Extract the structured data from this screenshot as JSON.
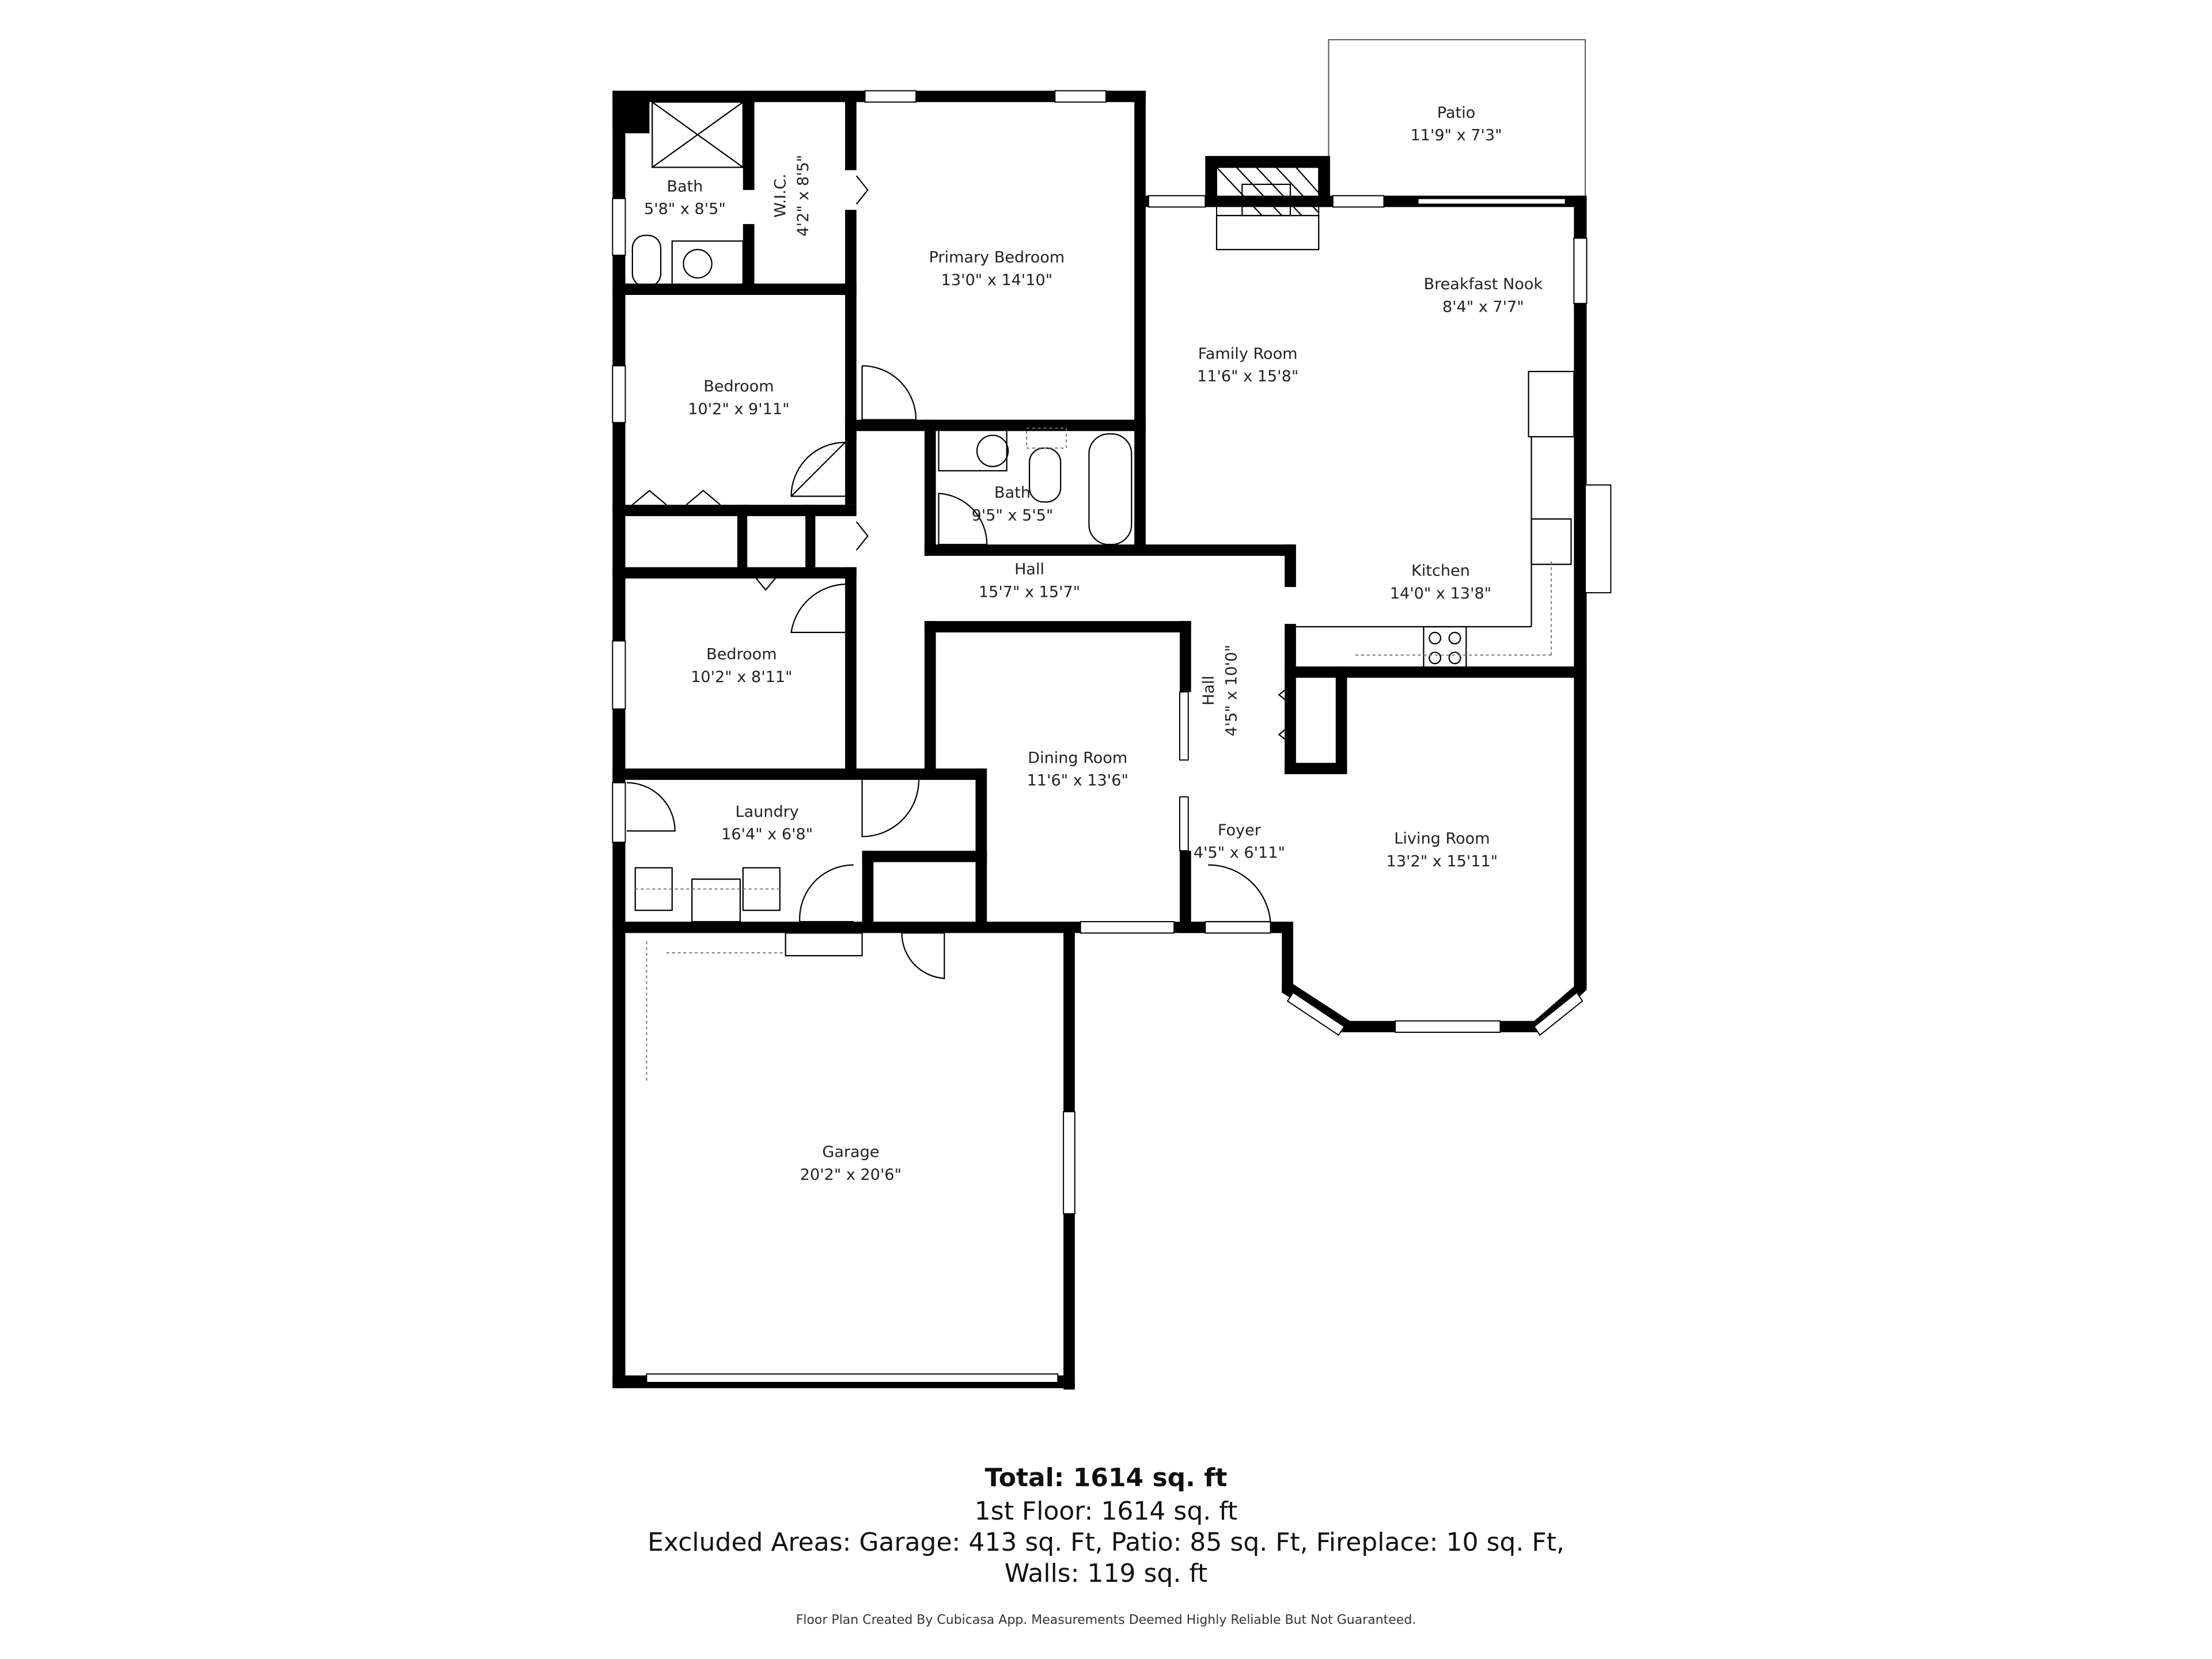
{
  "plan": {
    "rooms": [
      {
        "id": "patio",
        "name": "Patio",
        "dims": "11'9\" x 7'3\""
      },
      {
        "id": "bath_primary",
        "name": "Bath",
        "dims": "5'8\" x 8'5\""
      },
      {
        "id": "wic",
        "name": "W.I.C.",
        "dims": "4'2\" x 8'5\""
      },
      {
        "id": "primary_bedroom",
        "name": "Primary Bedroom",
        "dims": "13'0\" x 14'10\""
      },
      {
        "id": "breakfast_nook",
        "name": "Breakfast Nook",
        "dims": "8'4\" x 7'7\""
      },
      {
        "id": "family_room",
        "name": "Family Room",
        "dims": "11'6\" x 15'8\""
      },
      {
        "id": "bedroom_1",
        "name": "Bedroom",
        "dims": "10'2\" x 9'11\""
      },
      {
        "id": "bath_hall",
        "name": "Bath",
        "dims": "9'5\" x 5'5\""
      },
      {
        "id": "hall_main",
        "name": "Hall",
        "dims": "15'7\" x 15'7\""
      },
      {
        "id": "kitchen",
        "name": "Kitchen",
        "dims": "14'0\" x 13'8\""
      },
      {
        "id": "bedroom_2",
        "name": "Bedroom",
        "dims": "10'2\" x 8'11\""
      },
      {
        "id": "hall_side",
        "name": "Hall",
        "dims": "4'5\" x 10'0\""
      },
      {
        "id": "dining_room",
        "name": "Dining Room",
        "dims": "11'6\" x 13'6\""
      },
      {
        "id": "laundry",
        "name": "Laundry",
        "dims": "16'4\" x 6'8\""
      },
      {
        "id": "foyer",
        "name": "Foyer",
        "dims": "4'5\" x 6'11\""
      },
      {
        "id": "living_room",
        "name": "Living Room",
        "dims": "13'2\" x 15'11\""
      },
      {
        "id": "garage",
        "name": "Garage",
        "dims": "20'2\" x 20'6\""
      }
    ]
  },
  "summary": {
    "total": "Total: 1614 sq. ft",
    "first_floor": "1st Floor: 1614 sq. ft",
    "excluded": "Excluded Areas: Garage: 413 sq. Ft, Patio: 85 sq. Ft, Fireplace: 10 sq. Ft,",
    "walls": "Walls: 119 sq. ft",
    "credit": "Floor Plan Created By Cubicasa App. Measurements Deemed Highly Reliable But Not Guaranteed."
  }
}
